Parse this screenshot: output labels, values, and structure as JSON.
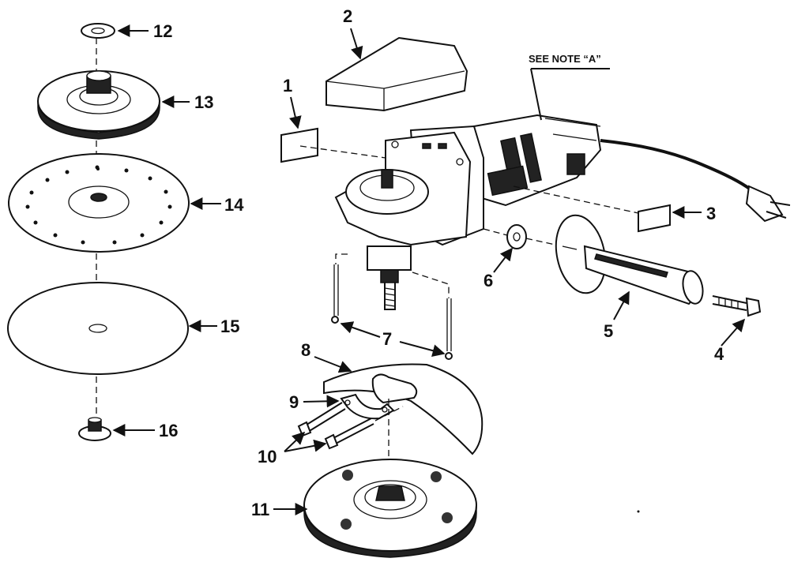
{
  "diagram": {
    "note": "SEE NOTE “A”",
    "callouts": {
      "c1": "1",
      "c2": "2",
      "c3": "3",
      "c4": "4",
      "c5": "5",
      "c6": "6",
      "c7": "7",
      "c8": "8",
      "c9": "9",
      "c10": "10",
      "c11": "11",
      "c12": "12",
      "c13": "13",
      "c14": "14",
      "c15": "15",
      "c16": "16"
    }
  }
}
